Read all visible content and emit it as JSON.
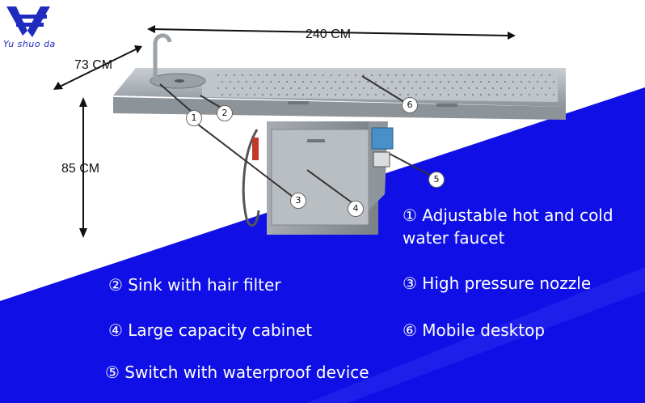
{
  "logo": {
    "text": "Yu shuo da"
  },
  "dimensions": {
    "length": "240 CM",
    "depth": "73 CM",
    "height": "85 CM"
  },
  "markers": [
    "1",
    "2",
    "3",
    "4",
    "5",
    "6"
  ],
  "features": [
    {
      "line1": "① Adjustable hot and cold",
      "line2": "water faucet"
    },
    {
      "line1": "② Sink with hair filter"
    },
    {
      "line1": "③ High pressure nozzle"
    },
    {
      "line1": "④ Large capacity cabinet"
    },
    {
      "line1": "⑥ Mobile desktop"
    },
    {
      "line1": "⑤ Switch with waterproof device"
    }
  ],
  "colors": {
    "accent_blue": "#1010e6",
    "logo_blue": "#1f2bbf"
  }
}
